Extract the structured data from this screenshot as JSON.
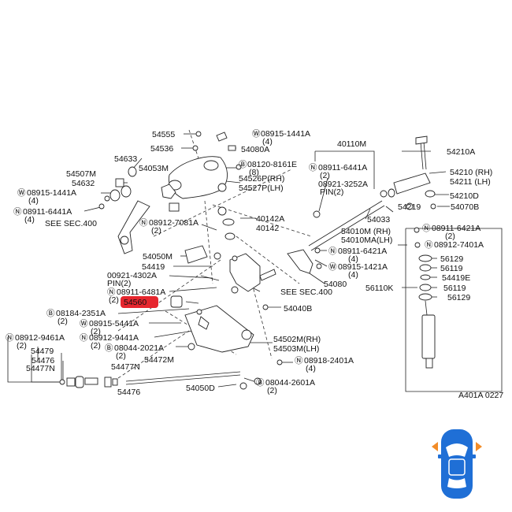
{
  "diagram": {
    "ref_code": "A401A 0227",
    "highlight_color": "#e6262e",
    "car_color": "#1f6fd6",
    "arrow_color": "#f28c28",
    "labels": {
      "p54555": "54555",
      "w08915_1441a": "08915-1441A",
      "q4_a": "(4)",
      "p54536": "54536",
      "p54080a": "54080A",
      "p40110m": "40110M",
      "p54633": "54633",
      "b08120_8161e": "08120-8161E",
      "q8": "(8)",
      "p54210a": "54210A",
      "p54053m": "54053M",
      "n08911_6441a_top": "08911-6441A",
      "q2_a": "(2)",
      "p54507m": "54507M",
      "p54526p": "54526P(RH)",
      "p54210rh": "54210 (RH)",
      "p54632": "54632",
      "p54527p": "54527P(LH)",
      "p08921_3252a": "08921-3252A",
      "p54211lh": "54211 (LH)",
      "w08915_1441a_l": "08915-1441A",
      "pin2_a": "PIN(2)",
      "p54210d": "54210D",
      "q4_b": "(4)",
      "p54219": "54219",
      "p54070b": "54070B",
      "n08911_6441a_l": "08911-6441A",
      "q4_c": "(4)",
      "p54033": "54033",
      "p40142a": "40142A",
      "see400_a": "SEE SEC.400",
      "n08912_7081a": "08912-7081A",
      "p40142": "40142",
      "n08911_6421a_r": "08911-6421A",
      "q2_b": "(2)",
      "p54010m": "54010M (RH)",
      "p54010ma": "54010MA(LH)",
      "n08912_7401a": "08912-7401A",
      "q2_c": "(2)",
      "p54050m": "54050M",
      "n08911_6421a_c": "08911-6421A",
      "p56129a": "56129",
      "p54419": "54419",
      "q4_d": "(4)",
      "p56119a": "56119",
      "w08915_1421a": "08915-1421A",
      "p00921_4302a": "00921-4302A",
      "q4_e": "(4)",
      "p54419e": "54419E",
      "pin2_b": "PIN(2)",
      "p56119b": "56119",
      "p54080": "54080",
      "n08911_6481a": "08911-6481A",
      "p56110k": "56110K",
      "q2_d": "(2)",
      "see400_b": "SEE SEC.400",
      "p56129b": "56129",
      "p54560": "54560",
      "p54040b": "54040B",
      "b08184_2351a": "08184-2351A",
      "q2_e": "(2)",
      "w08915_5441a": "08915-5441A",
      "q2_f": "(2)",
      "n08912_9461a": "08912-9461A",
      "n08912_9441a": "08912-9441A",
      "p54502m": "54502M(RH)",
      "q2_g": "(2)",
      "q2_h": "(2)",
      "p54503m": "54503M(LH)",
      "p54479": "54479",
      "b08044_2021a": "08044-2021A",
      "q2_i": "(2)",
      "p54476a": "54476",
      "p54472m": "54472M",
      "n08918_2401a": "08918-2401A",
      "p54477n_l": "54477N",
      "p54477n": "54477N",
      "q4_f": "(4)",
      "b08044_2601a": "08044-2601A",
      "p54476b": "54476",
      "p54050d": "54050D",
      "q2_j": "(2)"
    }
  }
}
